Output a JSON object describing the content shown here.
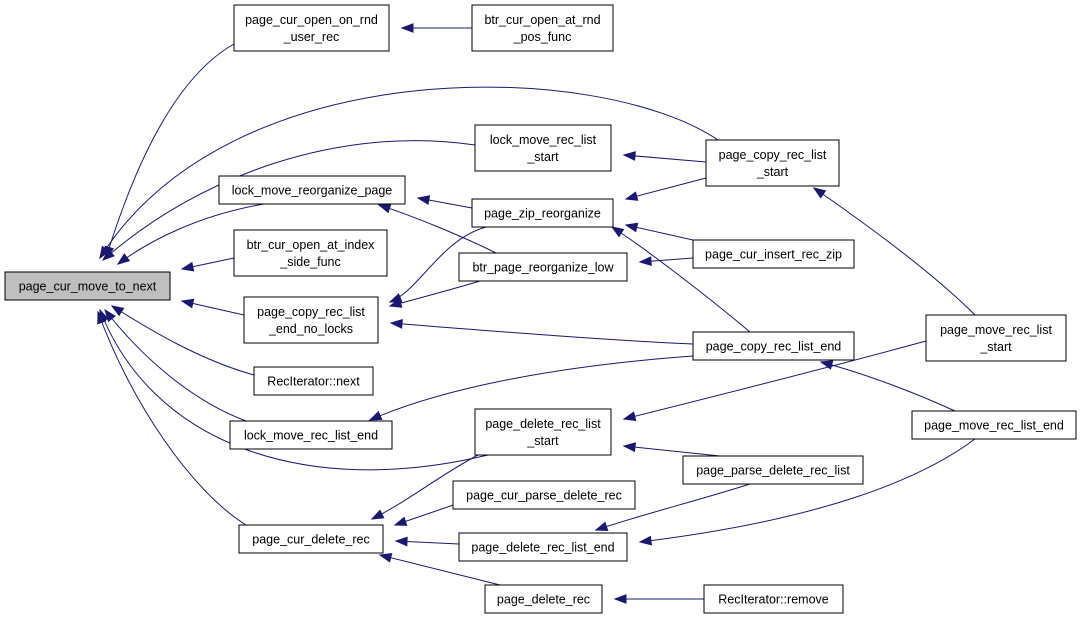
{
  "graph": {
    "edge_color": "#191970",
    "root_fill": "#bfbfbf",
    "nodes": [
      {
        "id": "root",
        "lines": [
          "page_cur_move_to_next"
        ],
        "root": true
      },
      {
        "id": "open_rnd",
        "lines": [
          "page_cur_open_on_rnd",
          "_user_rec"
        ]
      },
      {
        "id": "btr_rnd",
        "lines": [
          "btr_cur_open_at_rnd",
          "_pos_func"
        ]
      },
      {
        "id": "lock_move_start",
        "lines": [
          "lock_move_rec_list",
          "_start"
        ]
      },
      {
        "id": "copy_start",
        "lines": [
          "page_copy_rec_list",
          "_start"
        ]
      },
      {
        "id": "lock_reorg",
        "lines": [
          "lock_move_reorganize_page"
        ]
      },
      {
        "id": "zip_reorg",
        "lines": [
          "page_zip_reorganize"
        ]
      },
      {
        "id": "btr_index",
        "lines": [
          "btr_cur_open_at_index",
          "_side_func"
        ]
      },
      {
        "id": "btr_reorg_low",
        "lines": [
          "btr_page_reorganize_low"
        ]
      },
      {
        "id": "insert_zip",
        "lines": [
          "page_cur_insert_rec_zip"
        ]
      },
      {
        "id": "copy_end_nl",
        "lines": [
          "page_copy_rec_list",
          "_end_no_locks"
        ]
      },
      {
        "id": "move_start",
        "lines": [
          "page_move_rec_list",
          "_start"
        ]
      },
      {
        "id": "copy_end",
        "lines": [
          "page_copy_rec_list_end"
        ]
      },
      {
        "id": "rec_next",
        "lines": [
          "RecIterator::next"
        ]
      },
      {
        "id": "lock_move_end",
        "lines": [
          "lock_move_rec_list_end"
        ]
      },
      {
        "id": "del_start",
        "lines": [
          "page_delete_rec_list",
          "_start"
        ]
      },
      {
        "id": "move_end",
        "lines": [
          "page_move_rec_list_end"
        ]
      },
      {
        "id": "parse_del_list",
        "lines": [
          "page_parse_delete_rec_list"
        ]
      },
      {
        "id": "parse_del_rec",
        "lines": [
          "page_cur_parse_delete_rec"
        ]
      },
      {
        "id": "cur_del_rec",
        "lines": [
          "page_cur_delete_rec"
        ]
      },
      {
        "id": "del_end",
        "lines": [
          "page_delete_rec_list_end"
        ]
      },
      {
        "id": "del_rec",
        "lines": [
          "page_delete_rec"
        ]
      },
      {
        "id": "rec_remove",
        "lines": [
          "RecIterator::remove"
        ]
      }
    ],
    "edges": [
      {
        "from": "open_rnd",
        "to": "root"
      },
      {
        "from": "btr_rnd",
        "to": "open_rnd"
      },
      {
        "from": "copy_start",
        "to": "root"
      },
      {
        "from": "lock_move_start",
        "to": "root"
      },
      {
        "from": "copy_start",
        "to": "lock_move_start"
      },
      {
        "from": "lock_reorg",
        "to": "root"
      },
      {
        "from": "zip_reorg",
        "to": "lock_reorg"
      },
      {
        "from": "btr_reorg_low",
        "to": "lock_reorg"
      },
      {
        "from": "copy_start",
        "to": "zip_reorg"
      },
      {
        "from": "insert_zip",
        "to": "zip_reorg"
      },
      {
        "from": "copy_end",
        "to": "zip_reorg"
      },
      {
        "from": "btr_index",
        "to": "root"
      },
      {
        "from": "insert_zip",
        "to": "btr_reorg_low"
      },
      {
        "from": "copy_end_nl",
        "to": "root"
      },
      {
        "from": "zip_reorg",
        "to": "copy_end_nl"
      },
      {
        "from": "btr_reorg_low",
        "to": "copy_end_nl"
      },
      {
        "from": "copy_end",
        "to": "copy_end_nl"
      },
      {
        "from": "move_start",
        "to": "copy_start"
      },
      {
        "from": "rec_next",
        "to": "root"
      },
      {
        "from": "lock_move_end",
        "to": "root"
      },
      {
        "from": "copy_end",
        "to": "lock_move_end"
      },
      {
        "from": "move_end",
        "to": "copy_end"
      },
      {
        "from": "del_start",
        "to": "root"
      },
      {
        "from": "move_start",
        "to": "del_start"
      },
      {
        "from": "parse_del_list",
        "to": "del_start"
      },
      {
        "from": "cur_del_rec",
        "to": "root"
      },
      {
        "from": "del_start",
        "to": "cur_del_rec"
      },
      {
        "from": "parse_del_rec",
        "to": "cur_del_rec"
      },
      {
        "from": "del_end",
        "to": "cur_del_rec"
      },
      {
        "from": "del_rec",
        "to": "cur_del_rec"
      },
      {
        "from": "parse_del_list",
        "to": "del_end"
      },
      {
        "from": "move_end",
        "to": "del_end"
      },
      {
        "from": "rec_remove",
        "to": "del_rec"
      }
    ]
  }
}
